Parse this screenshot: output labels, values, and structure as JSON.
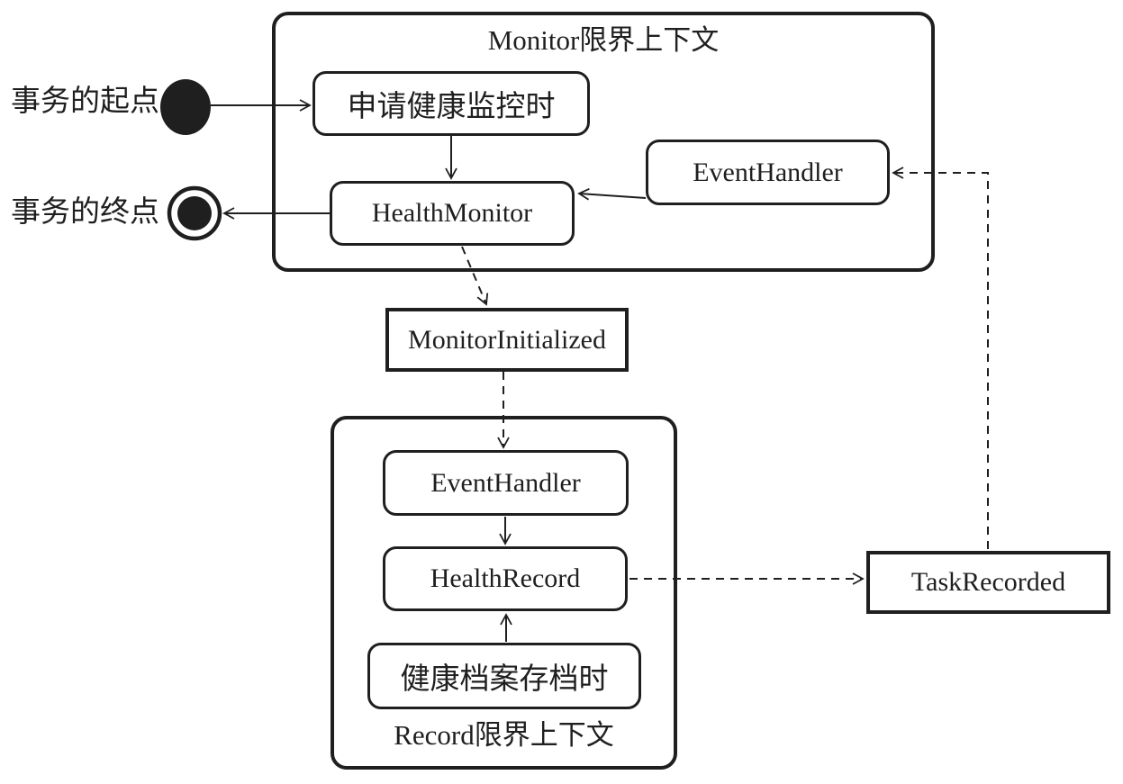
{
  "diagram": {
    "start_label": "事务的起点",
    "end_label": "事务的终点",
    "monitor_context": {
      "title": "Monitor限界上下文",
      "apply_node": "申请健康监控时",
      "health_monitor_node": "HealthMonitor",
      "event_handler_node": "EventHandler"
    },
    "record_context": {
      "title": "Record限界上下文",
      "event_handler_node": "EventHandler",
      "health_record_node": "HealthRecord",
      "archive_node": "健康档案存档时"
    },
    "events": {
      "monitor_initialized": "MonitorInitialized",
      "task_recorded": "TaskRecorded"
    },
    "colors": {
      "line": "#1f1f1f",
      "background": "#ffffff"
    }
  }
}
